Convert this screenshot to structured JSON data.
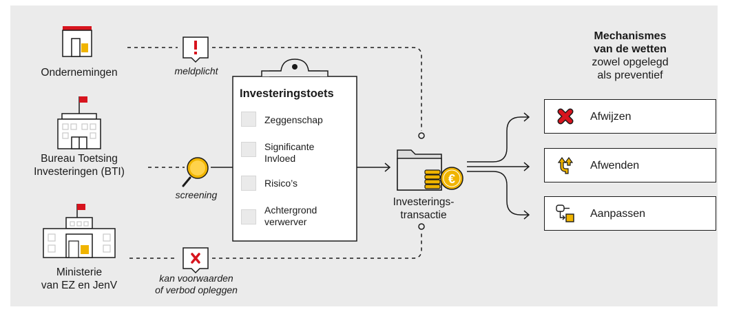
{
  "actors": [
    {
      "label": "Ondernemingen",
      "lines": [
        "Ondernemingen"
      ],
      "icon": "company-building-icon"
    },
    {
      "label": "Bureau Toetsing Investeringen (BTI)",
      "lines": [
        "Bureau Toetsing",
        "Investeringen (BTI)"
      ],
      "icon": "government-building-flag-icon"
    },
    {
      "label": "Ministerie van EZ en JenV",
      "lines": [
        "Ministerie",
        "van EZ en JenV"
      ],
      "icon": "ministry-building-flag-icon"
    }
  ],
  "connectors": {
    "meldplicht": "meldplicht",
    "screening": "screening",
    "voorwaarden_lines": [
      "kan voorwaarden",
      "of verbod opleggen"
    ]
  },
  "clipboard": {
    "title": "Investeringstoets",
    "items": [
      {
        "lines": [
          "Zeggenschap"
        ]
      },
      {
        "lines": [
          "Significante",
          "Invloed"
        ]
      },
      {
        "lines": [
          "Risico’s"
        ]
      },
      {
        "lines": [
          "Achtergrond",
          "verwerver"
        ]
      }
    ]
  },
  "transaction": {
    "lines": [
      "Investerings-",
      "transactie"
    ],
    "icon": "folder-euro-coins-icon"
  },
  "mechanisms": {
    "title_lines": [
      "Mechanismes",
      "van de wetten"
    ],
    "subtitle_lines": [
      "zowel opgelegd",
      "als preventief"
    ]
  },
  "outcomes": [
    {
      "label": "Afwijzen",
      "icon": "reject-x-icon"
    },
    {
      "label": "Afwenden",
      "icon": "avert-arrows-icon"
    },
    {
      "label": "Aanpassen",
      "icon": "adjust-flow-icon"
    }
  ],
  "colors": {
    "background": "#ebebeb",
    "accent_red": "#d7141e",
    "accent_yellow": "#f0b400",
    "line": "#1a1a1a"
  }
}
